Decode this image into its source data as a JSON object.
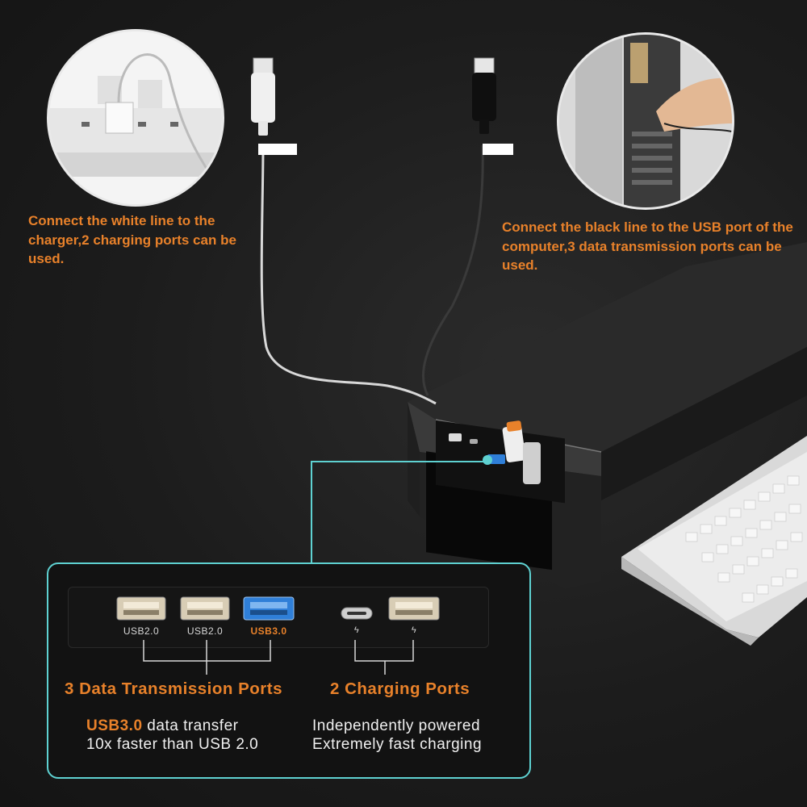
{
  "callouts": {
    "white_line": "Connect the white line to the charger,2 charging ports can be used.",
    "black_line": "Connect the black line to the USB port of the computer,3 data transmission ports can be used."
  },
  "ports": [
    {
      "label": "USB2.0",
      "type": "usb-a"
    },
    {
      "label": "USB2.0",
      "type": "usb-a"
    },
    {
      "label": "USB3.0",
      "type": "usb-a-blue"
    },
    {
      "label": "",
      "type": "usb-c"
    },
    {
      "label": "",
      "type": "usb-a"
    }
  ],
  "groups": {
    "data_title": "3 Data Transmission Ports",
    "charging_title": "2 Charging Ports",
    "data_desc_highlight": "USB3.0",
    "data_desc_rest": " data transfer",
    "data_desc_line2": "10x faster than USB 2.0",
    "charging_desc_line1": "Independently powered",
    "charging_desc_line2": "Extremely fast charging"
  },
  "colors": {
    "accent_orange": "#e8812a",
    "panel_border": "#5ed1d1",
    "usb3_blue": "#2f7fd8"
  }
}
